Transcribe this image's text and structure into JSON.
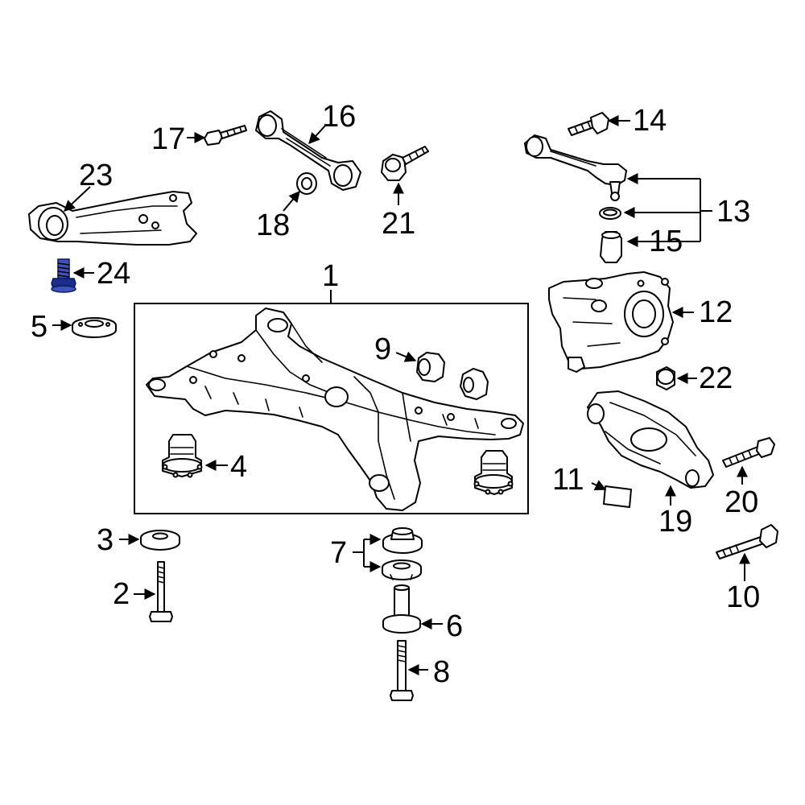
{
  "callouts": [
    {
      "id": "1",
      "text": "1"
    },
    {
      "id": "2",
      "text": "2"
    },
    {
      "id": "3",
      "text": "3"
    },
    {
      "id": "4",
      "text": "4"
    },
    {
      "id": "5",
      "text": "5"
    },
    {
      "id": "6",
      "text": "6"
    },
    {
      "id": "7",
      "text": "7"
    },
    {
      "id": "8",
      "text": "8"
    },
    {
      "id": "9",
      "text": "9"
    },
    {
      "id": "10",
      "text": "10"
    },
    {
      "id": "11",
      "text": "11"
    },
    {
      "id": "12",
      "text": "12"
    },
    {
      "id": "13",
      "text": "13"
    },
    {
      "id": "14",
      "text": "14"
    },
    {
      "id": "15",
      "text": "15"
    },
    {
      "id": "16",
      "text": "16"
    },
    {
      "id": "17",
      "text": "17"
    },
    {
      "id": "18",
      "text": "18"
    },
    {
      "id": "19",
      "text": "19"
    },
    {
      "id": "20",
      "text": "20"
    },
    {
      "id": "21",
      "text": "21"
    },
    {
      "id": "22",
      "text": "22"
    },
    {
      "id": "23",
      "text": "23"
    },
    {
      "id": "24",
      "text": "24"
    }
  ],
  "colors": {
    "line": "#000000",
    "background": "#ffffff",
    "highlight": "#3f53b8"
  },
  "highlighted_part": "24"
}
